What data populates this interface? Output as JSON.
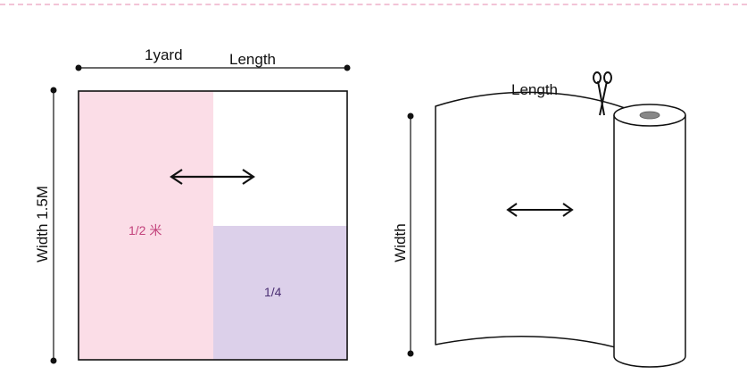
{
  "left_diagram": {
    "yard_label": "1yard",
    "length_label": "Length",
    "width_label": "Width 1.5M",
    "half_label": "1/2 米",
    "quarter_label": "1/4",
    "half_color": "#fbdde7",
    "quarter_color": "#dcd0ea",
    "half_text_color": "#c2417b",
    "quarter_text_color": "#4b2f73"
  },
  "right_diagram": {
    "length_label": "Length",
    "width_label": "Width",
    "scissors_icon": "scissors-icon"
  },
  "colors": {
    "line": "#111111",
    "divider": "#f3c3d6"
  }
}
